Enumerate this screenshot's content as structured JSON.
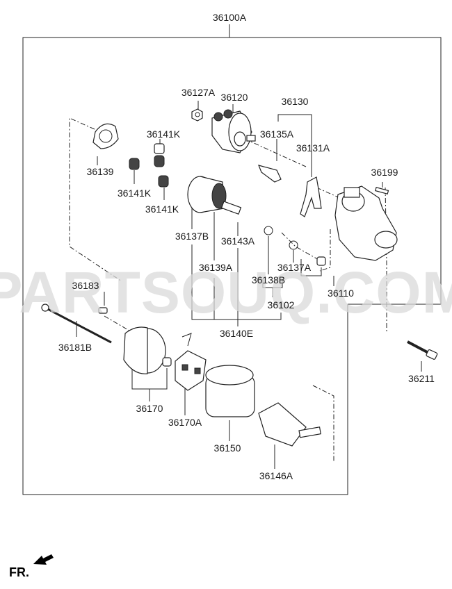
{
  "watermark": "PARTSOUQ.COM",
  "assembly_label": "36100A",
  "direction_label": "FR.",
  "parts": {
    "p36127A": "36127A",
    "p36120": "36120",
    "p36130": "36130",
    "p36135A": "36135A",
    "p36131A": "36131A",
    "p36139": "36139",
    "p36141K_a": "36141K",
    "p36141K_b": "36141K",
    "p36141K_c": "36141K",
    "p36199": "36199",
    "p36137B": "36137B",
    "p36143A": "36143A",
    "p36139A": "36139A",
    "p36138B": "36138B",
    "p36137A": "36137A",
    "p36110": "36110",
    "p36183": "36183",
    "p36102": "36102",
    "p36181B": "36181B",
    "p36140E": "36140E",
    "p36211": "36211",
    "p36170": "36170",
    "p36170A": "36170A",
    "p36150": "36150",
    "p36146A": "36146A"
  }
}
